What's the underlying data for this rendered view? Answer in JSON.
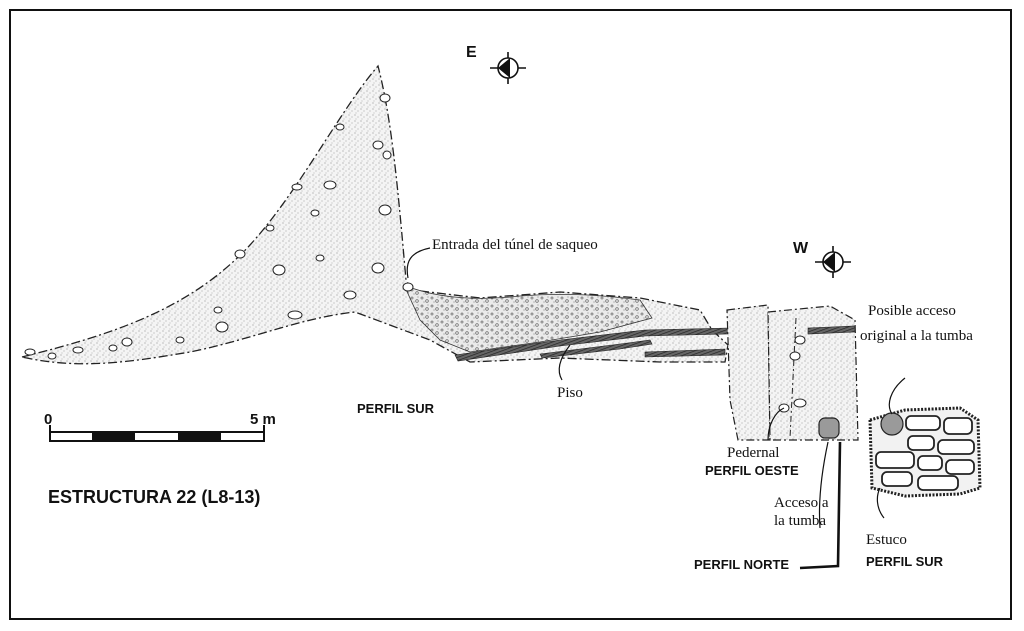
{
  "compass_top": {
    "letter": "E"
  },
  "compass_mid": {
    "letter": "W"
  },
  "labels": {
    "tunnel": "Entrada del túnel de saqueo",
    "piso": "Piso",
    "pedernal": "Pedernal",
    "acceso_line1": "Acceso a",
    "acceso_line2": "la tumba",
    "posible_line1": "Posible acceso",
    "posible_line2": "original a la tumba",
    "estuco": "Estuco"
  },
  "profiles": {
    "sur_main": "PERFIL SUR",
    "oeste": "PERFIL OESTE",
    "norte": "PERFIL NORTE",
    "sur_right": "PERFIL SUR"
  },
  "scale": {
    "start": "0",
    "end": "5 m"
  },
  "title": "ESTRUCTURA 22 (L8-13)"
}
